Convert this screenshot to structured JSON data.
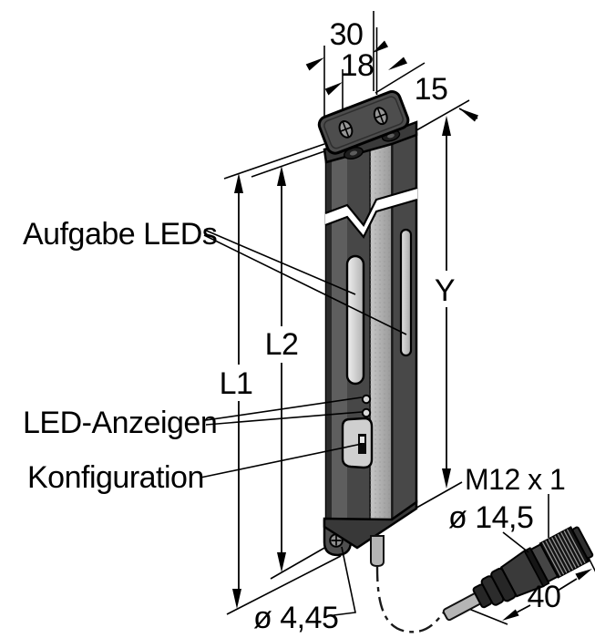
{
  "callouts": {
    "task_leds": "Aufgabe LEDs",
    "led_indicators": "LED-Anzeigen",
    "configuration": "Konfiguration"
  },
  "dimensions": {
    "bracket_width": "30",
    "bracket_hole_spacing": "18",
    "bracket_depth": "15",
    "length_l1": "L1",
    "length_l2": "L2",
    "sensing_length": "Y",
    "bottom_hole_diameter": "ø 4,45",
    "connector_thread": "M12 x 1",
    "connector_diameter": "ø 14,5",
    "connector_length": "40"
  },
  "colors": {
    "line": "#000000",
    "body_front": "#5e5e5e",
    "body_dark_column": "#474747",
    "body_side": "#484848",
    "end_caps": "#3a3a3a",
    "lens_stripe": "#b7b7b7",
    "window_light": "#e6e6e6",
    "cable_gray": "#b5b5b5",
    "connector_dark": "#1d1d1d",
    "background": "#ffffff"
  }
}
